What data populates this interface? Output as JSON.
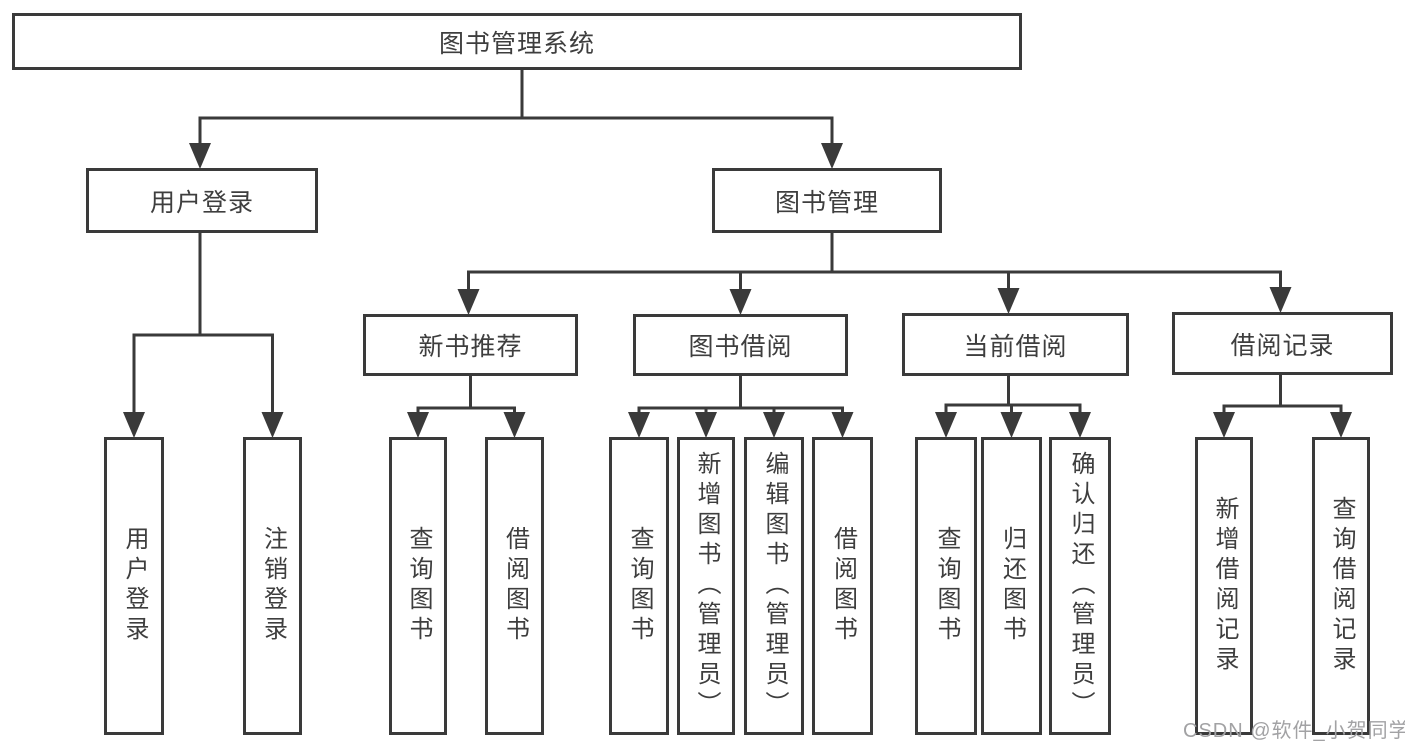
{
  "tree": {
    "root": "图书管理系统",
    "branches": [
      {
        "label": "用户登录",
        "children": [
          "用户登录",
          "注销登录"
        ]
      },
      {
        "label": "图书管理",
        "sections": [
          {
            "label": "新书推荐",
            "children": [
              "查询图书",
              "借阅图书"
            ]
          },
          {
            "label": "图书借阅",
            "children": [
              "查询图书",
              "新增图书（管理员）",
              "编辑图书（管理员）",
              "借阅图书"
            ]
          },
          {
            "label": "当前借阅",
            "children": [
              "查询图书",
              "归还图书",
              "确认归还（管理员）"
            ]
          },
          {
            "label": "借阅记录",
            "children": [
              "新增借阅记录",
              "查询借阅记录"
            ]
          }
        ]
      }
    ]
  },
  "watermark": {
    "text": "CSDN @软件_小贺同学"
  },
  "colors": {
    "line": "#3a3a3a",
    "text": "#3e3e3e",
    "watermark": "#a2a2a4",
    "background": "#ffffff"
  }
}
